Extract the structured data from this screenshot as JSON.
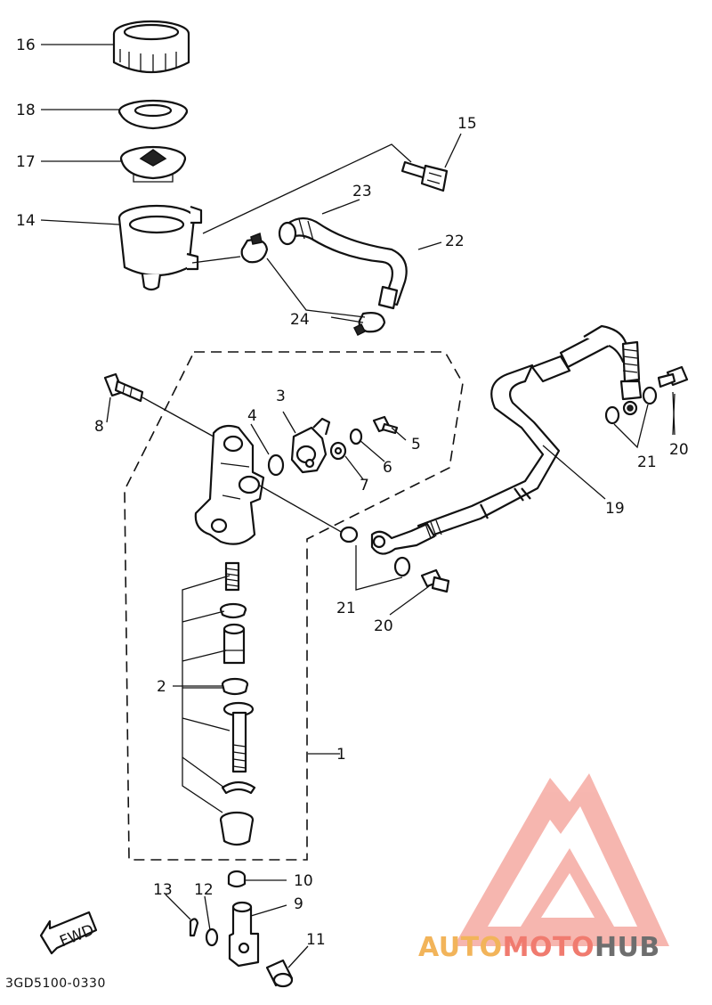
{
  "drawing_code": "3GD5100-0330",
  "fwd_label": "FWD",
  "callouts": {
    "c1": "1",
    "c2": "2",
    "c3": "3",
    "c4": "4",
    "c5": "5",
    "c6": "6",
    "c7": "7",
    "c8": "8",
    "c9": "9",
    "c10": "10",
    "c11": "11",
    "c12": "12",
    "c13": "13",
    "c14": "14",
    "c15": "15",
    "c16": "16",
    "c17": "17",
    "c18": "18",
    "c19": "19",
    "c20a": "20",
    "c20b": "20",
    "c21a": "21",
    "c21b": "21",
    "c22": "22",
    "c23": "23",
    "c24": "24"
  },
  "watermark": {
    "part1": "AUTO",
    "part2": "MOTO",
    "part3": "HUB",
    "colors": {
      "auto": "#f2b45a",
      "moto": "#f07b6f",
      "hub": "#6e6e6e",
      "logo": "#f07b6f"
    }
  }
}
